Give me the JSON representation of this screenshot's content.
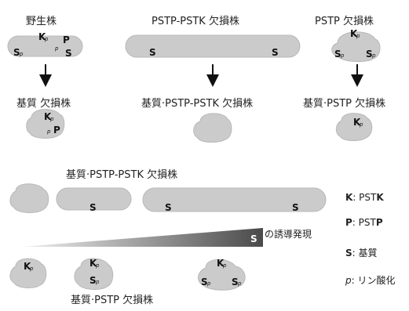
{
  "titles": {
    "wild_type": "野生株",
    "pstp_pstk_deletion": "PSTP-PSTK 欠損株",
    "pstp_deletion": "PSTP 欠損株"
  },
  "row2_labels": {
    "substrate_deletion": "基質 欠損株",
    "substrate_pstp_pstk_deletion": "基質·PSTP-PSTK 欠損株",
    "substrate_pstp_deletion": "基質·PSTP 欠損株"
  },
  "lower_section": {
    "title": "基質·PSTP-PSTK 欠損株",
    "induced_expression_label": "の誘導発現",
    "bottom_label": "基質·PSTP 欠損株"
  },
  "marks": {
    "kinase": "K",
    "phosphatase": "P",
    "substrate": "S",
    "phospho": "p"
  },
  "legend": [
    {
      "symbol": "K",
      "sep": ": ",
      "text_prefix": "PST",
      "text_bold": "K"
    },
    {
      "symbol": "P",
      "sep": ": ",
      "text_prefix": "PST",
      "text_bold": "P"
    },
    {
      "symbol": "S",
      "sep": ": ",
      "text_prefix": "基質",
      "text_bold": ""
    },
    {
      "symbol": "p",
      "sep": ": ",
      "text_prefix": "リン酸化",
      "text_bold": ""
    }
  ],
  "colors": {
    "cell_fill": "#cbcbcb",
    "cell_stroke": "#b8b8b8",
    "gradient_start": "#f0f0f0",
    "gradient_end": "#4a4a4a",
    "text": "#222222"
  }
}
